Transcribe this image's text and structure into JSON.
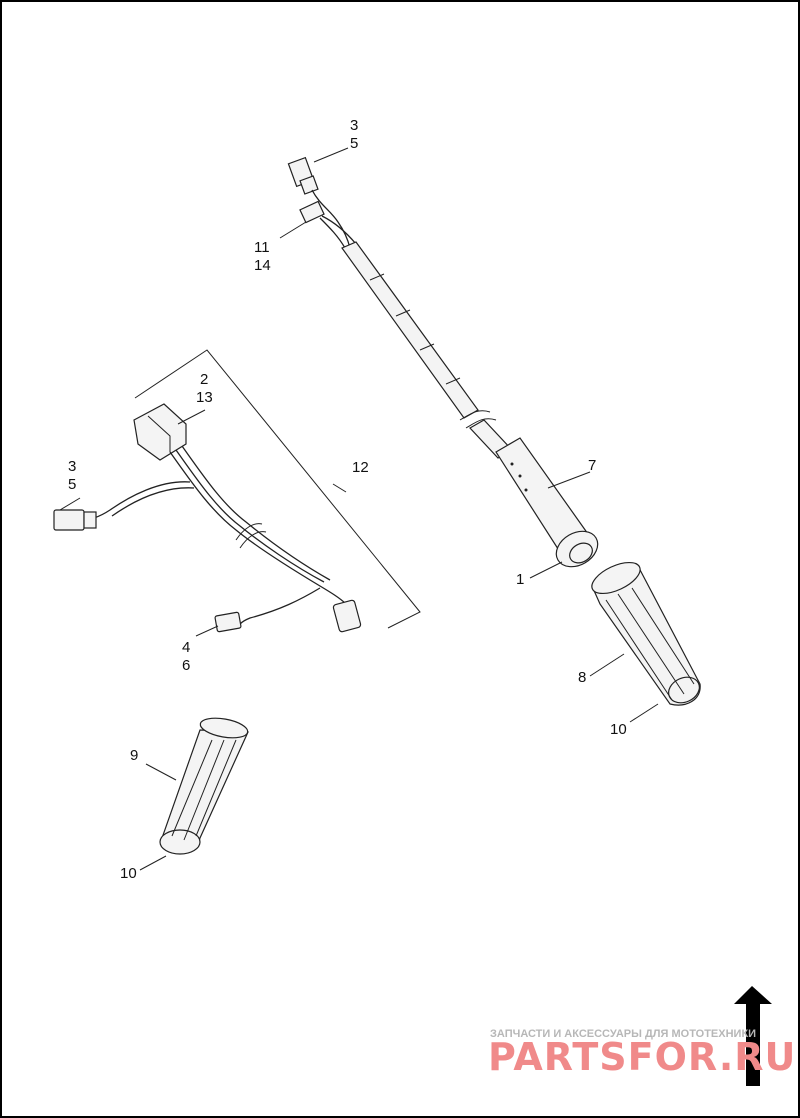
{
  "callouts": {
    "c3a": "3",
    "c5a": "5",
    "c11": "11",
    "c14": "14",
    "c2": "2",
    "c13": "13",
    "c12": "12",
    "c3b": "3",
    "c5b": "5",
    "c7": "7",
    "c1": "1",
    "c4": "4",
    "c6": "6",
    "c8": "8",
    "c10a": "10",
    "c9": "9",
    "c10b": "10"
  },
  "watermark": {
    "tagline": "ЗАПЧАСТИ И АКСЕССУАРЫ ДЛЯ МОТОТЕХНИКИ",
    "brand": "PARTSFOR.RU"
  },
  "icons": {
    "north_arrow": "arrow-up-icon"
  },
  "colors": {
    "line": "#222222",
    "watermark_brand": "#f08a8a",
    "watermark_text": "#b7b7b7"
  }
}
